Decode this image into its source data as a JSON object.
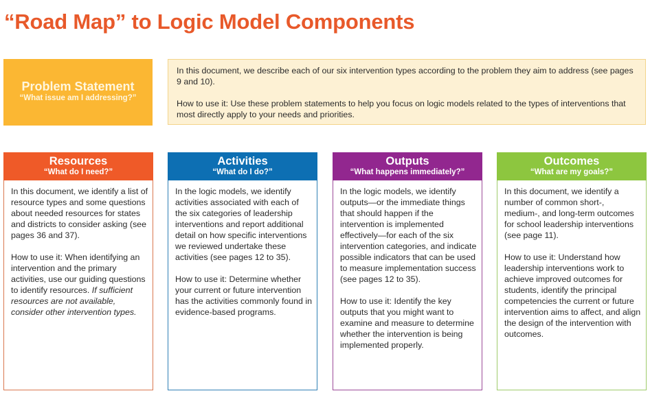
{
  "title": "“Road Map” to Logic Model Components",
  "problem_statement": {
    "title": "Problem Statement",
    "subtitle": "“What issue am I addressing?”",
    "color": "#fbb733",
    "description": [
      "In this document, we describe each of our six intervention types according to the problem they aim to address (see pages 9 and 10).",
      "How to use it: Use these problem statements to help you focus on logic models related to the types of interventions that most directly apply to your needs and priorities."
    ]
  },
  "columns": [
    {
      "title": "Resources",
      "subtitle": "“What do I need?”",
      "color": "#ef5a28",
      "border": "#d9774f",
      "paragraph1": "In this document, we identify a list of resource types and some questions about needed resources for states and districts to consider asking (see pages 36 and 37).",
      "paragraph2": "How to use it: When identifying an intervention and the primary activities, use our guiding questions to identify resources.",
      "paragraph2_italic": "If sufficient resources are not available, consider other intervention types."
    },
    {
      "title": "Activities",
      "subtitle": "“What do I do?”",
      "color": "#0d6fb3",
      "border": "#2f7fb5",
      "paragraph1": "In the logic models, we identify activities associated with each of the six categories of leadership interventions and report additional detail on how specific interventions we reviewed undertake these activities (see pages 12 to 35).",
      "paragraph2": "How to use it: Determine whether your current or future intervention has the activities commonly found in evidence-based programs.",
      "paragraph2_italic": ""
    },
    {
      "title": "Outputs",
      "subtitle": "“What happens immediately?”",
      "color": "#92278f",
      "border": "#9b4a98",
      "paragraph1": "In the logic models, we identify outputs—or the immediate things that should happen if the intervention is implemented effectively—for each of the six intervention categories, and indicate possible indicators that can be used to measure implementation success (see pages 12 to 35).",
      "paragraph2": "How to use it: Identify the key outputs that you might want to examine and measure to determine whether the intervention is being implemented properly.",
      "paragraph2_italic": ""
    },
    {
      "title": "Outcomes",
      "subtitle": "“What are my goals?”",
      "color": "#8dc63f",
      "border": "#9fcb6a",
      "paragraph1": "In this document, we identify a number of common short-, medium-, and long-term outcomes for school leadership interventions (see page 11).",
      "paragraph2": "How to use it: Understand how leadership interventions work to achieve improved outcomes for students, identify the principal competencies the current or future intervention aims to affect, and align the design of the intervention with outcomes.",
      "paragraph2_italic": ""
    }
  ]
}
